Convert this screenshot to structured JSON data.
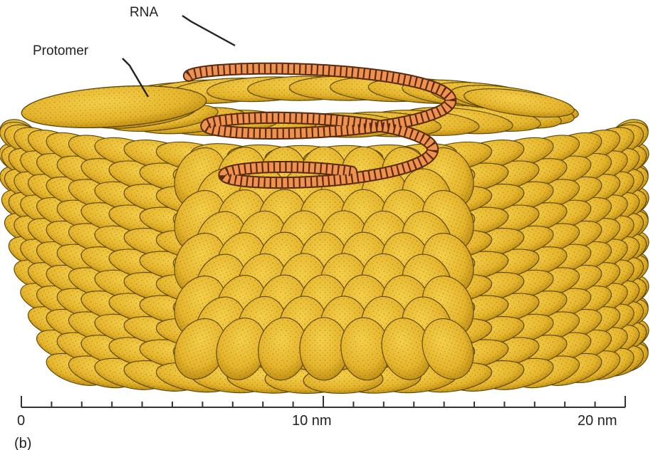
{
  "labels": {
    "rna": "RNA",
    "protomer": "Protomer"
  },
  "scale_bar": {
    "start_label": "0",
    "mid_label": "10 nm",
    "end_label": "20 nm"
  },
  "panel_label": "(b)",
  "colors": {
    "protomer_fill": "#e9bb2e",
    "protomer_stroke": "#5a4608",
    "rna_fill": "#ef9250",
    "rna_stripe": "#5a2a10",
    "scale_bar": "#333333"
  }
}
